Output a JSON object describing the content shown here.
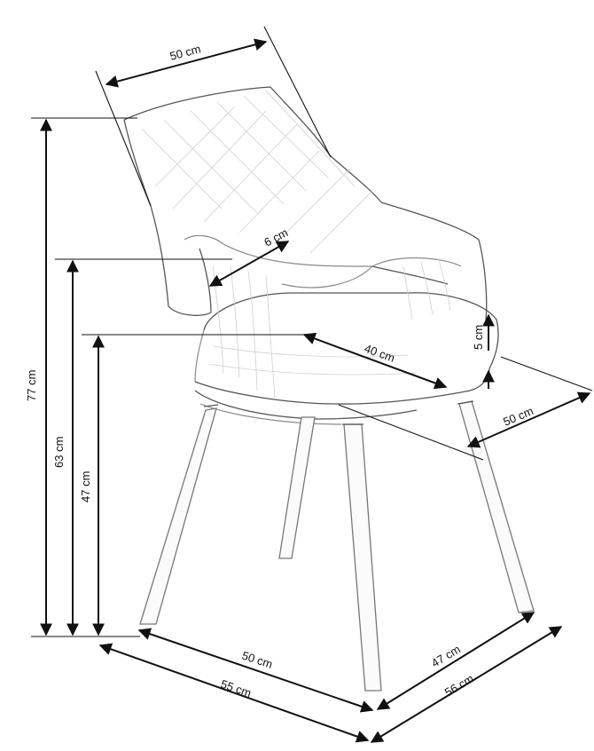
{
  "dimensions": {
    "top_width": "50 cm",
    "armrest_thickness": "6 cm",
    "seat_depth": "40 cm",
    "seat_thickness": "5 cm",
    "side_depth": "50 cm",
    "total_height": "77 cm",
    "armrest_height": "63 cm",
    "seat_height": "47 cm",
    "front_leg_width": "50 cm",
    "front_total_width": "55 cm",
    "side_leg_depth": "47 cm",
    "side_total_depth": "56 cm"
  },
  "colors": {
    "dimension_lines": "#111111",
    "sketch": "#8a8a8a",
    "background": "#ffffff"
  }
}
